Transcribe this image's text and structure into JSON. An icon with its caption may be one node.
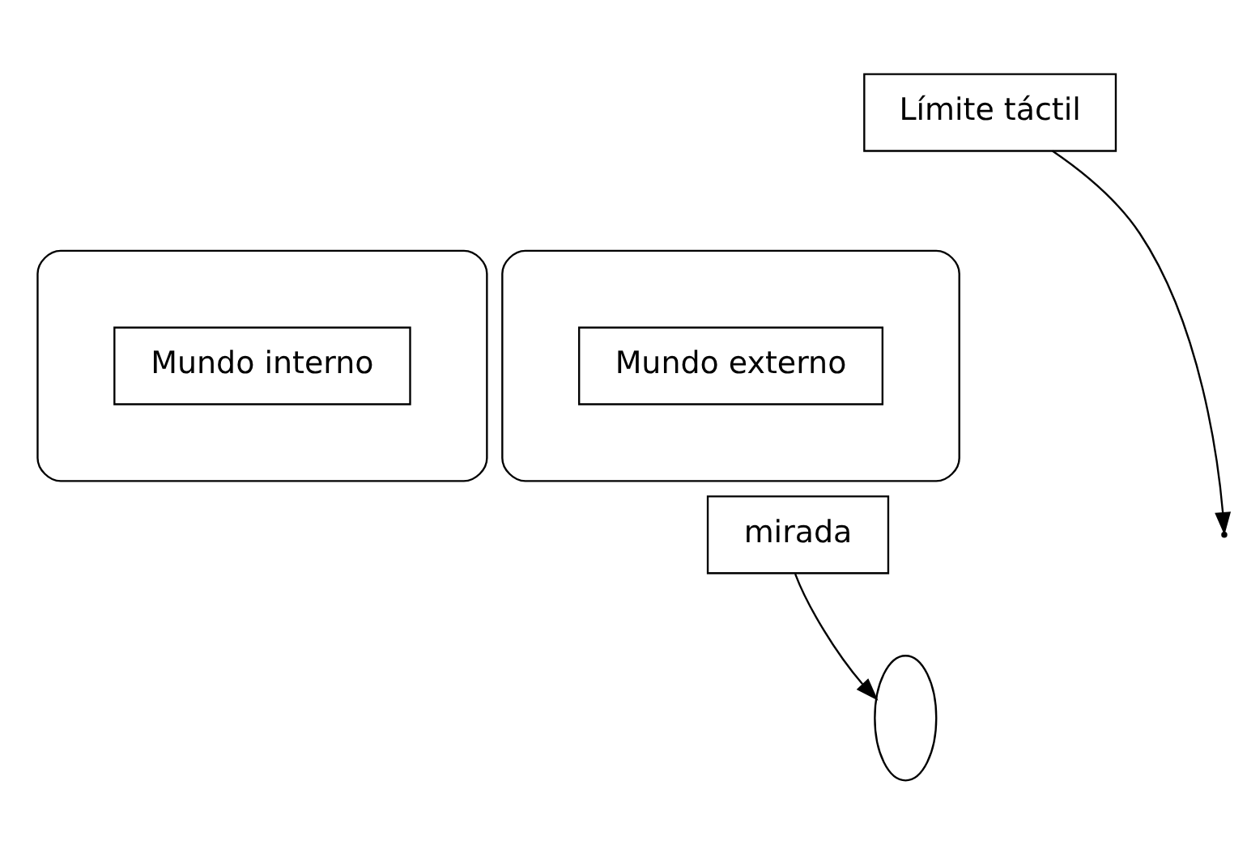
{
  "diagram": {
    "nodes": [
      {
        "text": [],
        "shape": "box"
      },
      {
        "text": [
          "Mundo interno"
        ],
        "in": 0
      },
      {
        "text": [],
        "shape": "box"
      },
      {
        "text": [
          "Mundo externo"
        ],
        "in": 2
      },
      {
        "text": [],
        "shape": "ellipse"
      },
      {
        "text": [
          "Límite táctil"
        ]
      },
      {
        "text": [
          "mirada"
        ]
      }
    ],
    "edges": [
      {
        "from": 5,
        "to": null,
        "arrow": "to"
      },
      {
        "from": 6,
        "to": 4,
        "arrow": "to"
      }
    ]
  }
}
